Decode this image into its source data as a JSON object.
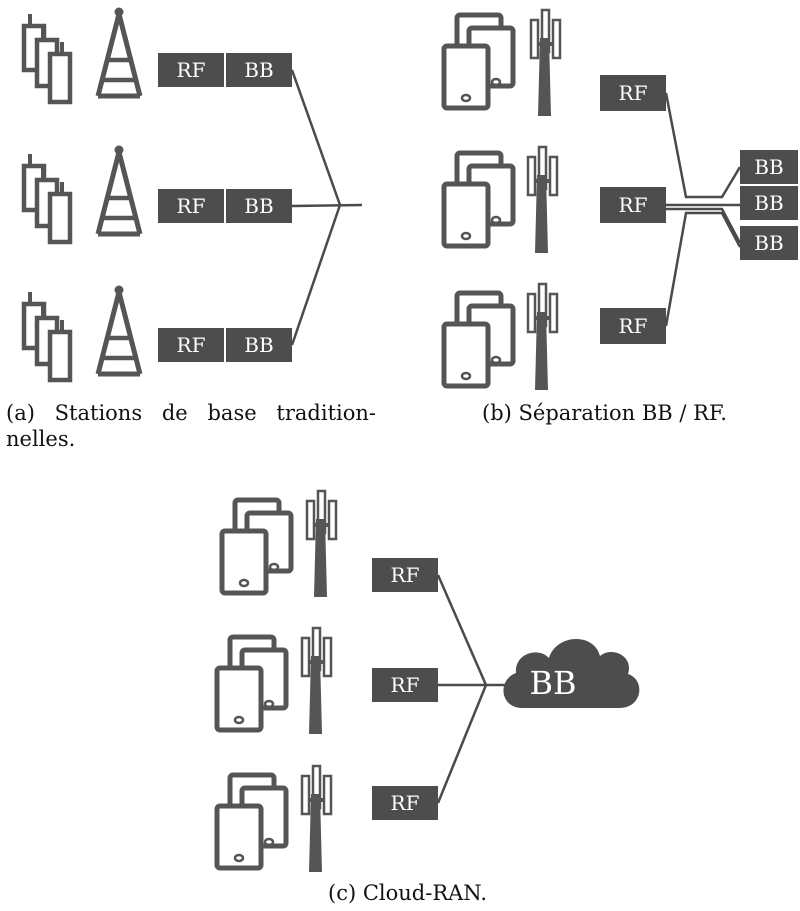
{
  "captions": {
    "a": "(a) Stations de base tradition-nelles.",
    "b": "(b) Séparation BB / RF.",
    "c": "(c) Cloud-RAN."
  },
  "labels": {
    "rf": "RF",
    "bb": "BB"
  },
  "colors": {
    "box": "#4d4d4d",
    "line": "#4a4a4a",
    "icon": "#555555",
    "box_text": "#ffffff"
  },
  "icons": {
    "phone_group": "mobile-phones-icon",
    "lattice_tower": "lattice-tower-icon",
    "cell_tower": "cell-tower-icon",
    "cloud": "cloud-icon"
  }
}
